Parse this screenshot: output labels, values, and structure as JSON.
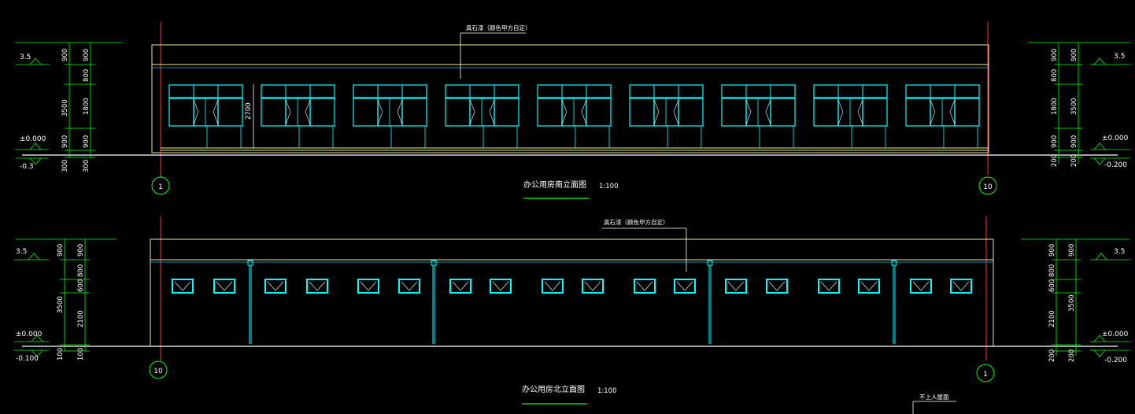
{
  "south": {
    "note": "真石漆（颜色甲方自定）",
    "title": "办公用房南立面图",
    "scale": "1:100",
    "left_level_top": "3.5",
    "left_level_zero": "±0.000",
    "left_level_bottom": "-0.3",
    "right_level_top": "3.5",
    "right_level_zero": "±0.000",
    "right_level_bottom": "-0.200",
    "left_dims_outer": [
      "900",
      "800",
      "1800",
      "900",
      "300"
    ],
    "left_total": "3500",
    "right_dims_inner": [
      "900",
      "800",
      "1800",
      "900",
      "200"
    ],
    "right_total": "3500",
    "left_base_dim": "300",
    "right_base_dim": "200",
    "door_height": "2700",
    "axis_left": "1",
    "axis_right": "10"
  },
  "north": {
    "note": "真石漆（颜色甲方自定）",
    "title": "办公用房北立面图",
    "scale": "1:100",
    "left_level_top": "3.5",
    "left_level_zero": "±0.000",
    "left_level_bottom": "-0.100",
    "right_level_top": "3.5",
    "right_level_zero": "±0.000",
    "right_level_bottom": "-0.200",
    "left_dims_inner": [
      "900",
      "800",
      "600",
      "2100",
      "100"
    ],
    "left_total": "3500",
    "right_dims_inner": [
      "900",
      "800",
      "600",
      "2100",
      "200"
    ],
    "right_total": "3500",
    "left_base_dim": "100",
    "right_base_dim": "200",
    "axis_left": "10",
    "axis_right": "1"
  },
  "bottom_note": "不上人屋面",
  "colors": {
    "line_yellow": "#f0f0a0",
    "window_cyan": "#00ffff",
    "axis_red": "#ff3030",
    "dim_green": "#00ff00",
    "ground_white": "#ffffff"
  }
}
